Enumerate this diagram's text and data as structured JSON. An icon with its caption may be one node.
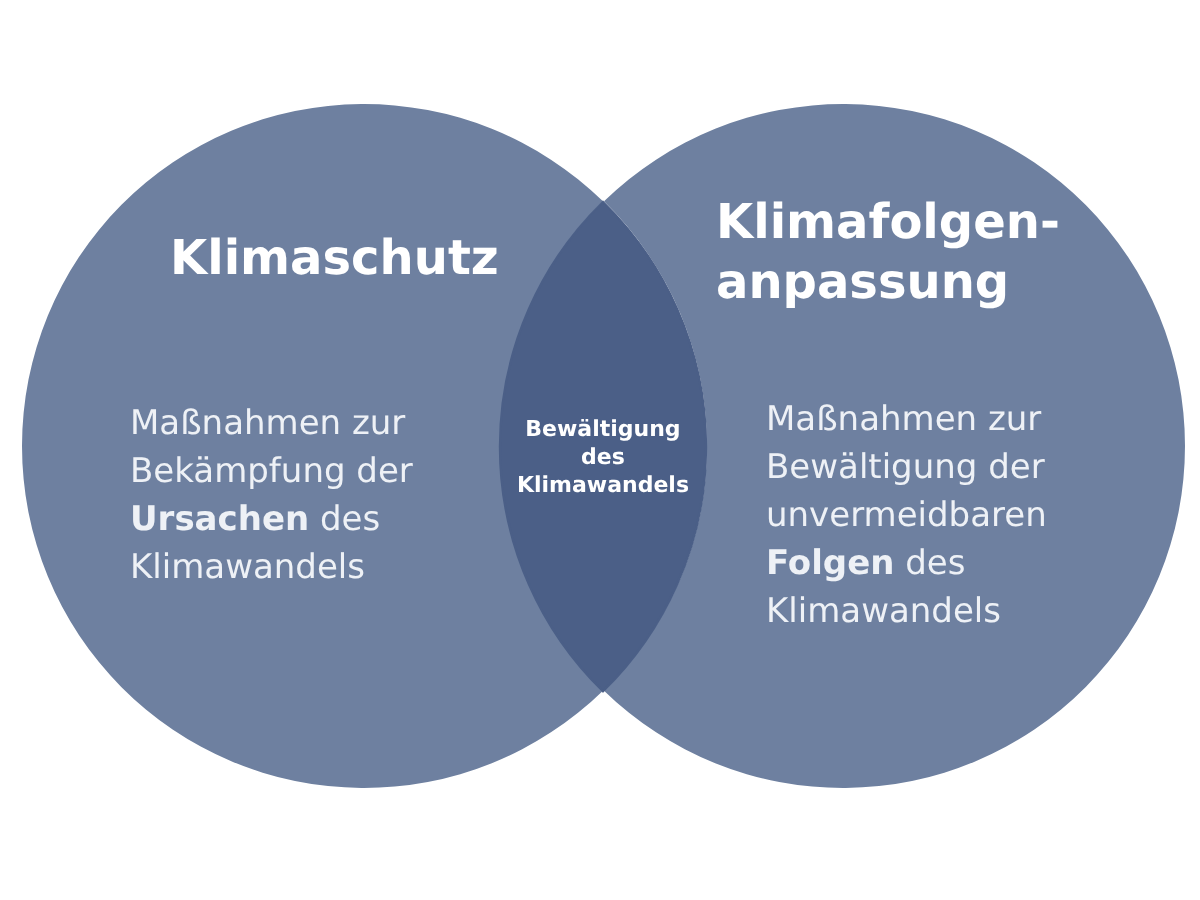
{
  "diagram": {
    "nodes": [
      {
        "text": [
          "Klimaschutz",
          "Maßnahmen zur Bekämpfung der **Ursachen** des Klimawandels"
        ]
      },
      {
        "text": [
          "Klimafolgen-anpassung",
          "Maßnahmen zur Bewältigung der unvermeidbaren **Folgen** des Klimawandels"
        ]
      },
      {
        "text": [
          "Bewältigung des Klimawandels"
        ]
      }
    ]
  }
}
